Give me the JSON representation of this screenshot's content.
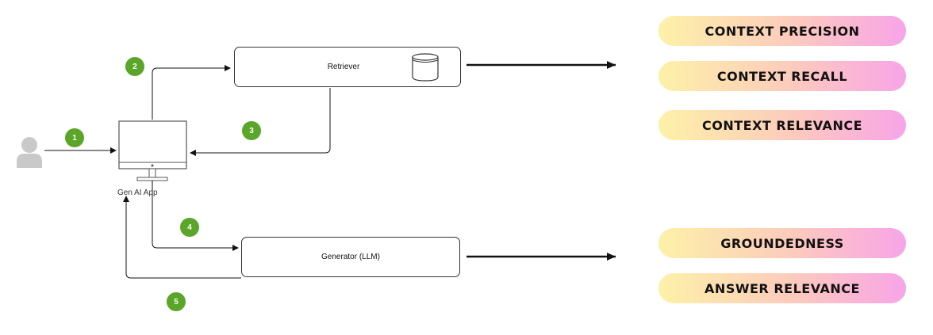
{
  "flow": {
    "retriever_label": "Retriever",
    "generator_label": "Generator (LLM)",
    "app_label": "Gen AI App",
    "steps": [
      "1",
      "2",
      "3",
      "4",
      "5"
    ]
  },
  "metrics": {
    "retrieval": [
      "CONTEXT PRECISION",
      "CONTEXT RECALL",
      "CONTEXT RELEVANCE"
    ],
    "generation": [
      "GROUNDEDNESS",
      "ANSWER RELEVANCE"
    ]
  },
  "colors": {
    "step_badge": "#5aa629",
    "pill_start": "#fdf1a8",
    "pill_end": "#f8a4e8",
    "user_icon": "#c9c9c9"
  },
  "icons": [
    "user-icon",
    "monitor-icon",
    "database-icon"
  ]
}
